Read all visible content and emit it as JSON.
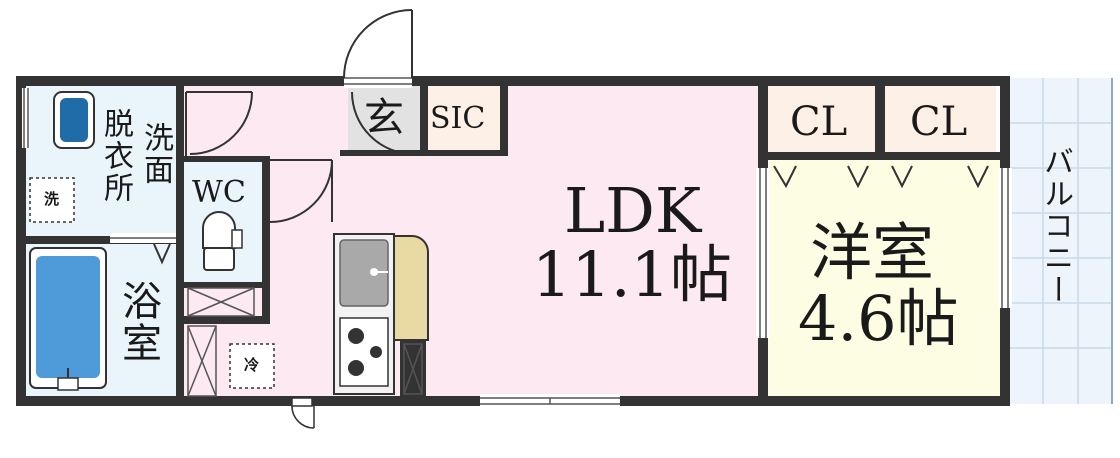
{
  "rooms": {
    "ldk": {
      "name": "LDK",
      "size": "11.1帖"
    },
    "western": {
      "name": "洋室",
      "size": "4.6帖"
    },
    "entrance": "玄",
    "sic": "SIC",
    "closet_left": "CL",
    "closet_right": "CL",
    "wc": "WC",
    "washroom_a": "脱衣所",
    "washroom_b": "洗面",
    "bath": "浴室",
    "balcony": "バルコニー"
  },
  "fixtures": {
    "washer": "洗",
    "fridge": "冷"
  },
  "colors": {
    "ldk_fill": "#fde9f1",
    "western_fill": "#fdfde3",
    "closet_fill": "#fdf0e6",
    "wet_fill": "#eaf4fb",
    "entrance_fill": "#e2e2e2",
    "wall": "#333333",
    "balcony_fill": "#eef4fb",
    "counter_fill": "#e9d9a3",
    "sink_fill": "#a9a9a9"
  }
}
